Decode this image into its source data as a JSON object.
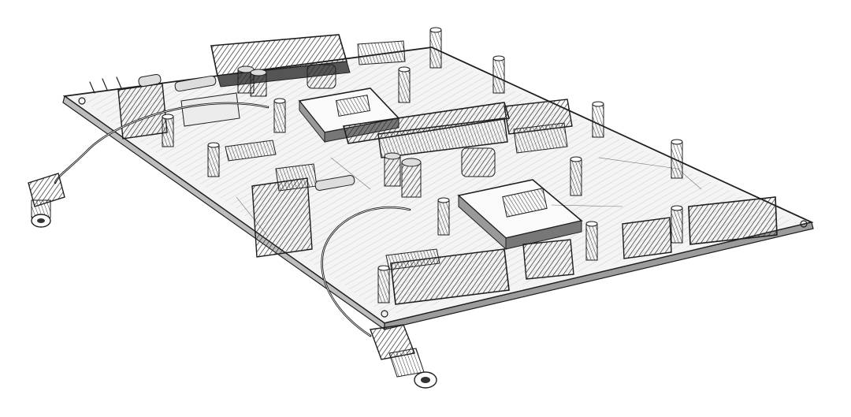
{
  "image": {
    "subject": "circuit-board",
    "modules": [
      {
        "name": "upper-module",
        "label": ""
      },
      {
        "name": "lower-module",
        "label": ""
      }
    ]
  }
}
